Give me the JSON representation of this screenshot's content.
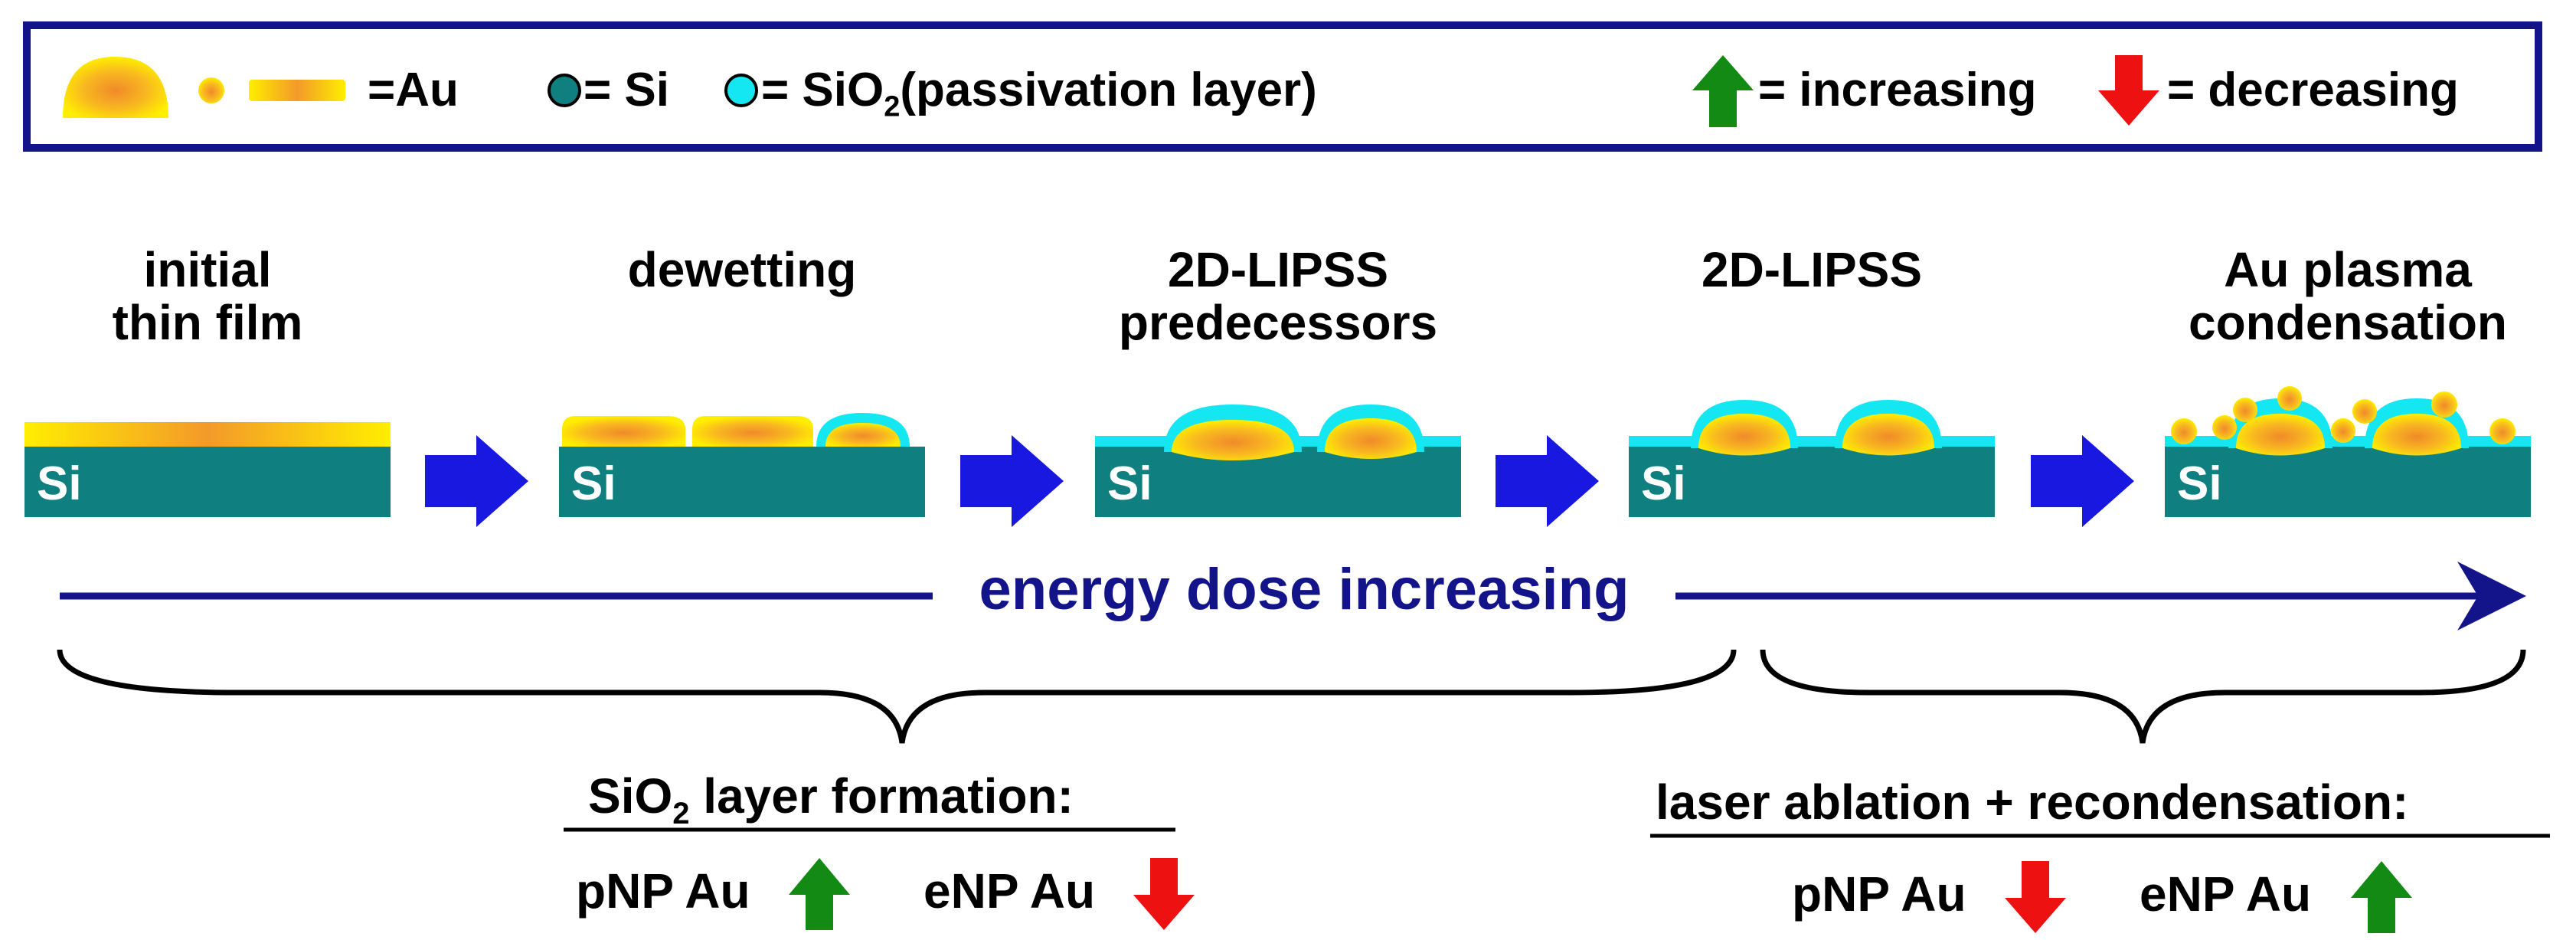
{
  "legend": {
    "au_label": "=Au",
    "si_label": "= Si",
    "sio2_label_prefix": "= SiO",
    "sio2_subscript": "2",
    "sio2_label_suffix": "(passivation layer)",
    "increasing_label": "= increasing",
    "decreasing_label": "= decreasing"
  },
  "stages": [
    {
      "title_line1": "initial",
      "title_line2": "thin film",
      "substrate_label": "Si"
    },
    {
      "title_line1": "",
      "title_line2": "dewetting",
      "substrate_label": "Si"
    },
    {
      "title_line1": "2D-LIPSS",
      "title_line2": "predecessors",
      "substrate_label": "Si"
    },
    {
      "title_line1": "",
      "title_line2": "2D-LIPSS",
      "substrate_label": "Si"
    },
    {
      "title_line1": "Au plasma",
      "title_line2": "condensation",
      "substrate_label": "Si"
    }
  ],
  "energy_arrow_label": "energy dose increasing",
  "groups": {
    "left": {
      "heading_prefix": "SiO",
      "heading_subscript": "2",
      "heading_suffix": " layer formation:",
      "item1": "pNP Au",
      "item1_trend": "increasing",
      "item2": "eNP Au",
      "item2_trend": "decreasing"
    },
    "right": {
      "heading": "laser ablation + recondensation:",
      "item1": "pNP Au",
      "item1_trend": "decreasing",
      "item2": "eNP Au",
      "item2_trend": "increasing"
    }
  },
  "colors": {
    "frame": "#14148a",
    "substrate": "#0f7f7f",
    "gold": "#ffee00",
    "gold_core": "#f08a2a",
    "oxide": "#14e6f2",
    "process_arrow": "#1818e0",
    "up_arrow": "#138a13",
    "down_arrow": "#ee1111"
  }
}
